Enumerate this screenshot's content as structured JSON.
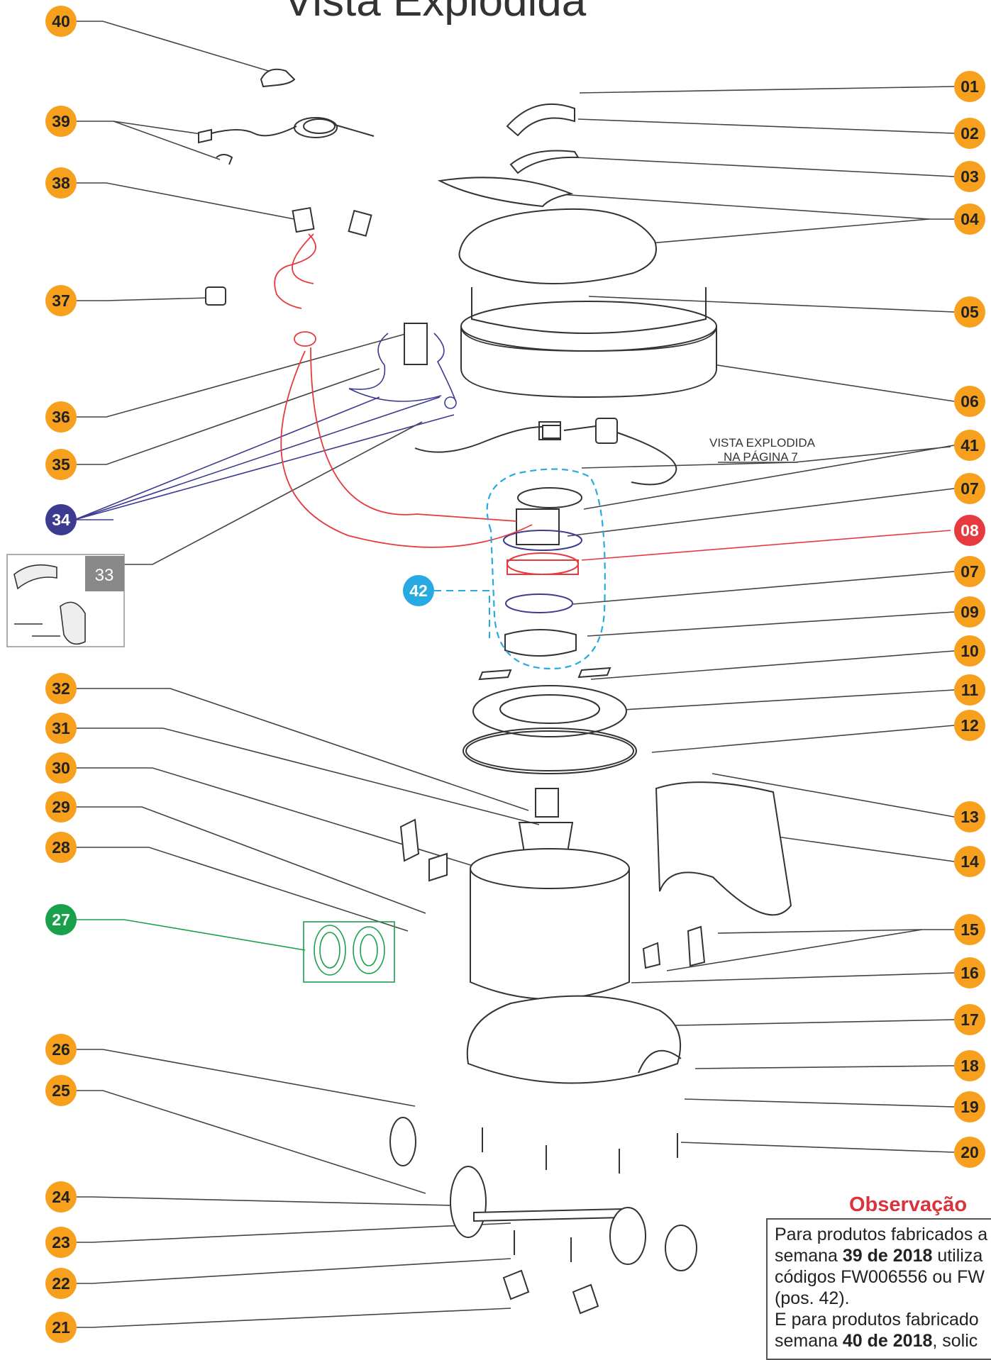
{
  "title": "Vista Explodida",
  "note_label": "VISTA EXPLODIDA NA PÁGINA 7",
  "note_line1": "VISTA EXPLODIDA",
  "note_line2": "NA PÁGINA 7",
  "observation": {
    "title": "Observação",
    "line1": "Para produtos fabricados a",
    "line2_a": "semana ",
    "line2_b": "39 de 2018",
    "line2_c": " utiliza",
    "line3": "códigos FW006556 ou FW",
    "line4": "(pos. 42).",
    "line5": "E para produtos fabricado",
    "line6_a": "semana ",
    "line6_b": "40 de 2018",
    "line6_c": ", solic"
  },
  "colors": {
    "orange": "#f7a01d",
    "red": "#e63a3f",
    "blue": "#3c3b8f",
    "cyan": "#27a9e1",
    "green": "#1aa04a",
    "gray": "#8a8a8a"
  },
  "callouts_right": [
    "01",
    "02",
    "03",
    "04",
    "05",
    "06",
    "41",
    "07",
    "08",
    "07",
    "09",
    "10",
    "11",
    "12",
    "13",
    "14",
    "15",
    "16",
    "17",
    "18",
    "19",
    "20"
  ],
  "callouts_left": [
    "40",
    "39",
    "38",
    "37",
    "36",
    "35",
    "34",
    "32",
    "31",
    "30",
    "29",
    "28",
    "27",
    "26",
    "25",
    "24",
    "23",
    "22",
    "21"
  ],
  "callout_33": "33",
  "callout_42": "42"
}
